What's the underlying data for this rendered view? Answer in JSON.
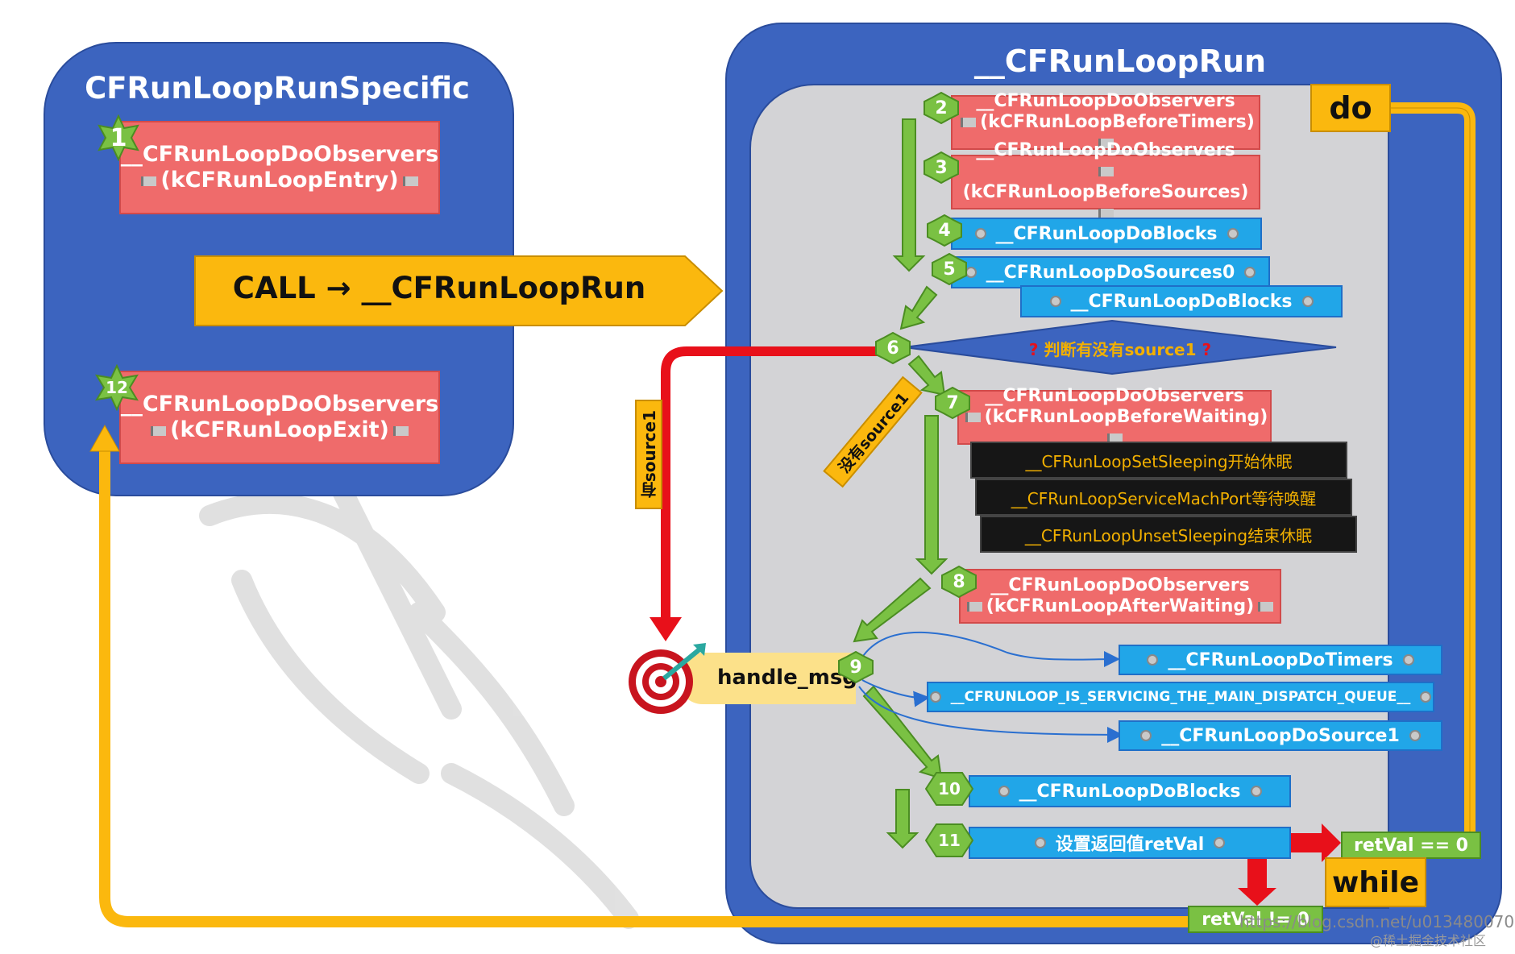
{
  "left_panel": {
    "title": "CFRunLoopRunSpecific",
    "step1": {
      "num": "1",
      "line1": "__CFRunLoopDoObservers",
      "line2": "(kCFRunLoopEntry)"
    },
    "step12": {
      "num": "12",
      "line1": "__CFRunLoopDoObservers",
      "line2": "(kCFRunLoopExit)"
    }
  },
  "call_arrow": {
    "label": "CALL → __CFRunLoopRun"
  },
  "right_panel": {
    "title": "__CFRunLoopRun",
    "do_label": "do",
    "while_label": "while",
    "step2": {
      "num": "2",
      "line1": "__CFRunLoopDoObservers",
      "line2": "(kCFRunLoopBeforeTimers)"
    },
    "step3": {
      "num": "3",
      "line1": "__CFRunLoopDoObservers",
      "line2": "(kCFRunLoopBeforeSources)"
    },
    "step4": {
      "num": "4",
      "label": "__CFRunLoopDoBlocks"
    },
    "step5": {
      "num": "5",
      "label": "__CFRunLoopDoSources0",
      "sub_label": "__CFRunLoopDoBlocks"
    },
    "step6": {
      "num": "6",
      "label": "判断有没有source1"
    },
    "step7": {
      "num": "7",
      "line1": "__CFRunLoopDoObservers",
      "line2": "(kCFRunLoopBeforeWaiting)"
    },
    "sleep_steps": [
      "__CFRunLoopSetSleeping开始休眠",
      "__CFRunLoopServiceMachPort等待唤醒",
      "__CFRunLoopUnsetSleeping结束休眠"
    ],
    "step8": {
      "num": "8",
      "line1": "__CFRunLoopDoObservers",
      "line2": "(kCFRunLoopAfterWaiting)"
    },
    "step9": {
      "num": "9",
      "label": "handle_msg"
    },
    "handlers": [
      "__CFRunLoopDoTimers",
      "__CFRUNLOOP_IS_SERVICING_THE_MAIN_DISPATCH_QUEUE__",
      "__CFRunLoopDoSource1"
    ],
    "step10": {
      "num": "10",
      "label": "__CFRunLoopDoBlocks"
    },
    "step11": {
      "num": "11",
      "label": "设置返回值retVal"
    },
    "has_source1": "有source1",
    "no_source1": "没有source1",
    "retval_zero": "retVal == 0",
    "retval_nonzero": "retVal != 0"
  },
  "watermark": {
    "url": "https://blog.csdn.net/u013480070",
    "community": "@稀土掘金技术社区"
  },
  "colors": {
    "panel_blue": "#3c64bf",
    "red_box": "#ef6b6b",
    "blue_box": "#21a6e8",
    "gold": "#fbb80e",
    "green_arrow": "#7ac143",
    "red_arrow": "#e8101a"
  }
}
